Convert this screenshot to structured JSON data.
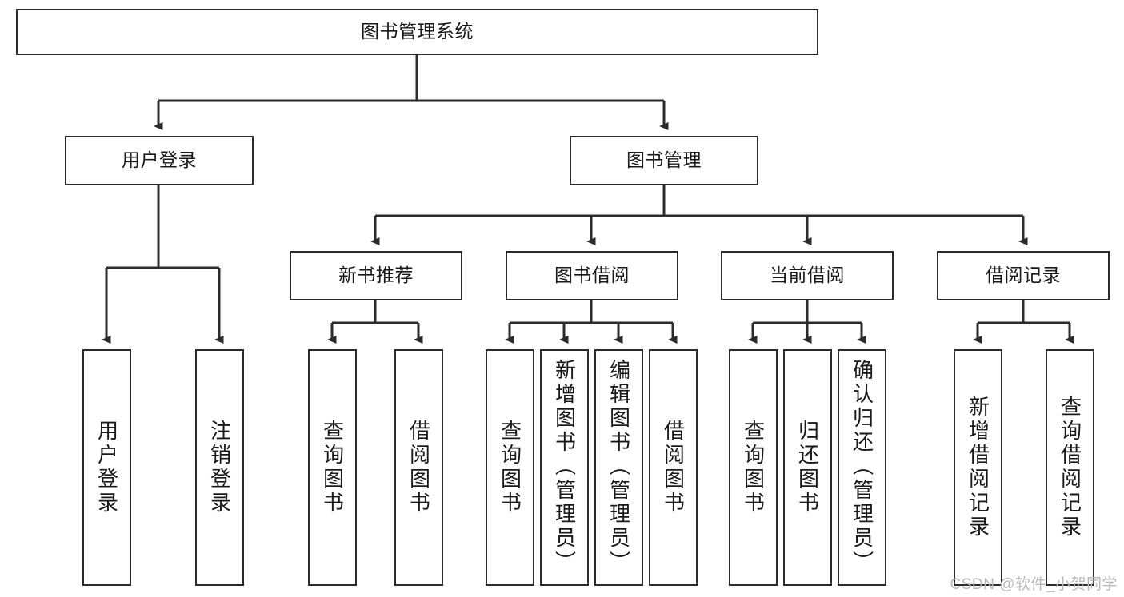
{
  "diagram": {
    "type": "tree-hierarchy",
    "title": "图书管理系统",
    "orientation": "top-down",
    "root": {
      "id": "root",
      "label": "图书管理系统"
    },
    "level2": [
      {
        "id": "user-login",
        "label": "用户登录"
      },
      {
        "id": "book-management",
        "label": "图书管理"
      }
    ],
    "level3": [
      {
        "id": "new-book-recommend",
        "label": "新书推荐",
        "parent": "book-management"
      },
      {
        "id": "book-borrow",
        "label": "图书借阅",
        "parent": "book-management"
      },
      {
        "id": "current-borrow",
        "label": "当前借阅",
        "parent": "book-management"
      },
      {
        "id": "borrow-record",
        "label": "借阅记录",
        "parent": "book-management"
      }
    ],
    "leaves": [
      {
        "id": "leaf-user-login",
        "label": "用户登录",
        "parent": "user-login"
      },
      {
        "id": "leaf-logout-login",
        "label": "注销登录",
        "parent": "user-login"
      },
      {
        "id": "leaf-query-book-1",
        "label": "查询图书",
        "parent": "new-book-recommend"
      },
      {
        "id": "leaf-borrow-book-1",
        "label": "借阅图书",
        "parent": "new-book-recommend"
      },
      {
        "id": "leaf-query-book-2",
        "label": "查询图书",
        "parent": "book-borrow"
      },
      {
        "id": "leaf-add-book",
        "label": "新增图书（管理员）",
        "parent": "book-borrow"
      },
      {
        "id": "leaf-edit-book",
        "label": "编辑图书（管理员）",
        "parent": "book-borrow"
      },
      {
        "id": "leaf-borrow-book-2",
        "label": "借阅图书",
        "parent": "book-borrow"
      },
      {
        "id": "leaf-query-book-3",
        "label": "查询图书",
        "parent": "current-borrow"
      },
      {
        "id": "leaf-return-book",
        "label": "归还图书",
        "parent": "current-borrow"
      },
      {
        "id": "leaf-confirm-return",
        "label": "确认归还（管理员）",
        "parent": "current-borrow"
      },
      {
        "id": "leaf-add-record",
        "label": "新增借阅记录",
        "parent": "borrow-record"
      },
      {
        "id": "leaf-query-record",
        "label": "查询借阅记录",
        "parent": "borrow-record"
      }
    ],
    "watermark": "CSDN @软件_小贺同学",
    "colors": {
      "stroke": "#2b2b2b",
      "fill": "#ffffff",
      "text": "#1a1a1a",
      "watermark": "#b9b9b9"
    }
  }
}
